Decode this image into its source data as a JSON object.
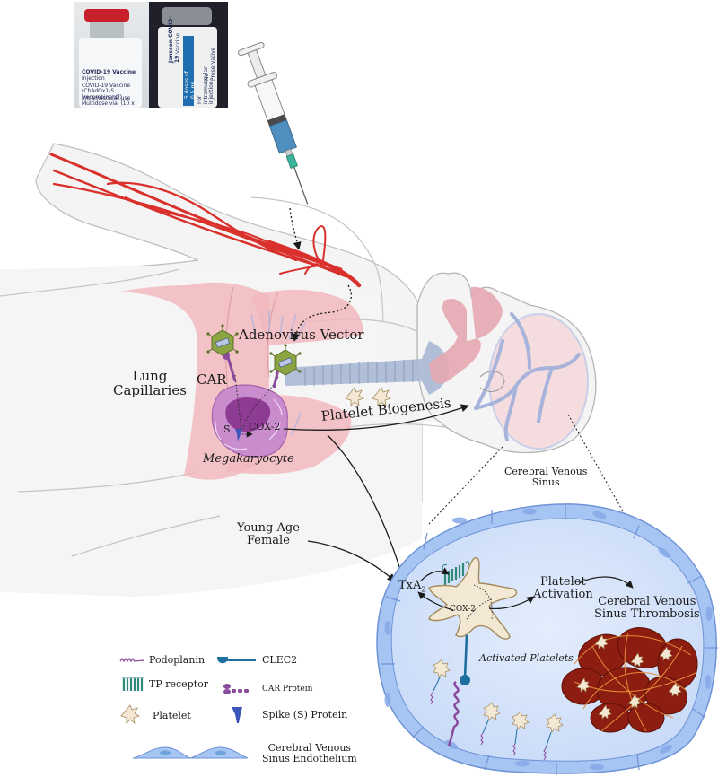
{
  "figure": {
    "title": "Proposed mechanism of adenovirus vector vaccine-induced cerebral venous sinus thrombosis"
  },
  "photo": {
    "vial_1": {
      "lines": [
        "COVID-19 Vaccine",
        "Injection",
        "COVID-19 Vaccine",
        "(ChAdOx1-S [recombinant])",
        "Intramuscular use",
        "Multidose vial (10 x"
      ],
      "cap_color": "#c8202a"
    },
    "vial_2": {
      "lines": [
        "Janssen COVID-19",
        "Vaccine",
        "5 doses of 0.5 mL",
        "For intramuscular injection",
        "No Preservative"
      ],
      "band_color": "#1f6fb0"
    }
  },
  "labels": {
    "adenovirus_vector": "Adenovirus Vector",
    "lung_capillaries_1": "Lung",
    "lung_capillaries_2": "Capillaries",
    "car": "CAR",
    "s": "S",
    "cox2_megakaryocyte": "COX-2",
    "megakaryocyte": "Megakaryocyte",
    "platelet_biogenesis": "Platelet Biogenesis",
    "cerebral_venous_sinus_1": "Cerebral Venous",
    "cerebral_venous_sinus_2": "Sinus",
    "young_age_1": "Young Age",
    "young_age_2": "Female",
    "txa2": "TxA",
    "txa2_sub": "2",
    "cox2_platelet": "COX-2",
    "platelet_activation_1": "Platelet",
    "platelet_activation_2": "Activation",
    "cvst_1": "Cerebral Venous",
    "cvst_2": "Sinus Thrombosis",
    "activated_platelets": "Activated Platelets"
  },
  "legend": {
    "items": [
      {
        "icon": "podoplanin-icon",
        "label": "Podoplanin"
      },
      {
        "icon": "clec2-icon",
        "label": "CLEC2"
      },
      {
        "icon": "tp-receptor-icon",
        "label": "TP receptor"
      },
      {
        "icon": "car-protein-icon",
        "label": "CAR Protein"
      },
      {
        "icon": "platelet-icon",
        "label": "Platelet"
      },
      {
        "icon": "spike-protein-icon",
        "label": "Spike (S) Protein"
      }
    ],
    "endothelium_1": "Cerebral Venous",
    "endothelium_2": "Sinus Endothelium"
  },
  "colors": {
    "artery": "#d9302c",
    "lung": "#f1b9bd",
    "body": "#f4f4f4",
    "body_outline": "#b9b9b9",
    "megakaryocyte": "#c27bc6",
    "nucleus": "#8e3c93",
    "adenovirus": "#8ba444",
    "trachea": "#a9b8d4",
    "sinus_fill": "#d5e3fb",
    "sinus_cell": "#a6c5f3",
    "sinus_outline": "#6e93d6",
    "platelet": "#f3e8d4",
    "platelet_outline": "#a58a5b",
    "tp_receptor": "#2f8a7a",
    "clec2": "#1e6fa0",
    "podoplanin": "#8a4a9c",
    "spike": "#3b58b8",
    "rbc": "#8c1d10",
    "fibrin": "#e58a3a",
    "syringe_liquid": "#4f8fc0",
    "needle_hub": "#3bb39a"
  }
}
